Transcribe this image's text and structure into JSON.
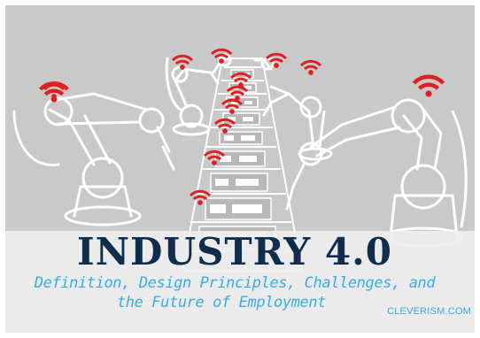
{
  "poster": {
    "title": "INDUSTRY 4.0",
    "subtitle_line1": "Definition, Design Principles, Challenges, and",
    "subtitle_line2": "the Future of Employment",
    "brand": "CLEVERISM.COM"
  },
  "colors": {
    "background": "#c9c9c9",
    "line_art": "#ffffff",
    "wifi": "#e0201e",
    "title": "#0f2d4c",
    "subtitle": "#35aee5"
  },
  "icons": [
    "wifi-signal-icon",
    "robot-arm",
    "conveyor-belt"
  ]
}
